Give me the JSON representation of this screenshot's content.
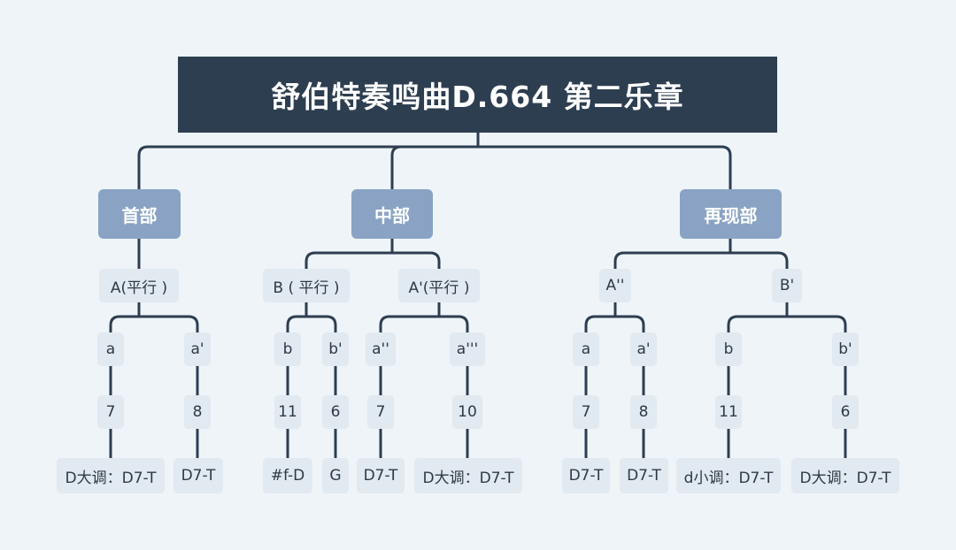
{
  "title": "舒伯特奏鸣曲D.664 第二乐章",
  "colors": {
    "background": "#eef4f8",
    "title_box": "#2d3e50",
    "section_box": "#8aa3c4",
    "leaf_box": "#e1e9f1",
    "connector": "#2d3e50"
  },
  "sections": [
    {
      "label": "首部",
      "subsections": [
        {
          "label": "A(平行 )",
          "phrases": [
            {
              "label": "a",
              "bars": "7",
              "harmony": "D大调：D7-T"
            },
            {
              "label": "a'",
              "bars": "8",
              "harmony": "D7-T"
            }
          ]
        }
      ]
    },
    {
      "label": "中部",
      "subsections": [
        {
          "label": "B ( 平行 )",
          "phrases": [
            {
              "label": "b",
              "bars": "11",
              "harmony": "#f-D"
            },
            {
              "label": "b'",
              "bars": "6",
              "harmony": "G"
            }
          ]
        },
        {
          "label": "A'(平行 )",
          "phrases": [
            {
              "label": "a''",
              "bars": "7",
              "harmony": "D7-T"
            },
            {
              "label": "a'''",
              "bars": "10",
              "harmony": "D大调：D7-T"
            }
          ]
        }
      ]
    },
    {
      "label": "再现部",
      "subsections": [
        {
          "label": "A''",
          "phrases": [
            {
              "label": "a",
              "bars": "7",
              "harmony": "D7-T"
            },
            {
              "label": "a'",
              "bars": "8",
              "harmony": "D7-T"
            }
          ]
        },
        {
          "label": "B'",
          "phrases": [
            {
              "label": "b",
              "bars": "11",
              "harmony": "d小调：D7-T"
            },
            {
              "label": "b'",
              "bars": "6",
              "harmony": "D大调：D7-T"
            }
          ]
        }
      ]
    }
  ]
}
